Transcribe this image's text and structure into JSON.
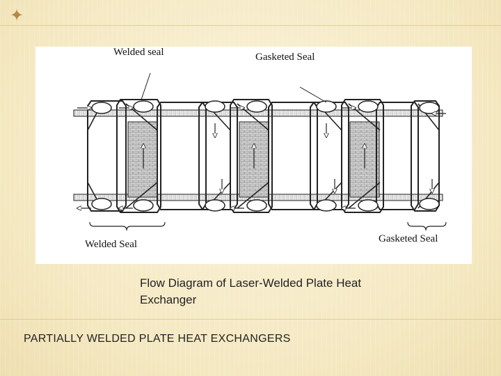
{
  "diagram": {
    "labels": {
      "welded_seal_top": "Welded seal",
      "gasketed_seal_top": "Gasketed Seal",
      "welded_seal_bottom": "Welded Seal",
      "gasketed_seal_bottom": "Gasketed Seal"
    },
    "icons": {
      "slide_bullet": "four-point-star-icon"
    }
  },
  "caption": {
    "line1": "Flow Diagram of   Laser-Welded Plate Heat",
    "line2": "Exchanger"
  },
  "slide": {
    "title": "PARTIALLY WELDED PLATE HEAT EXCHANGERS"
  },
  "colors": {
    "background": "#f6ecc8",
    "accent": "#b8864a"
  }
}
